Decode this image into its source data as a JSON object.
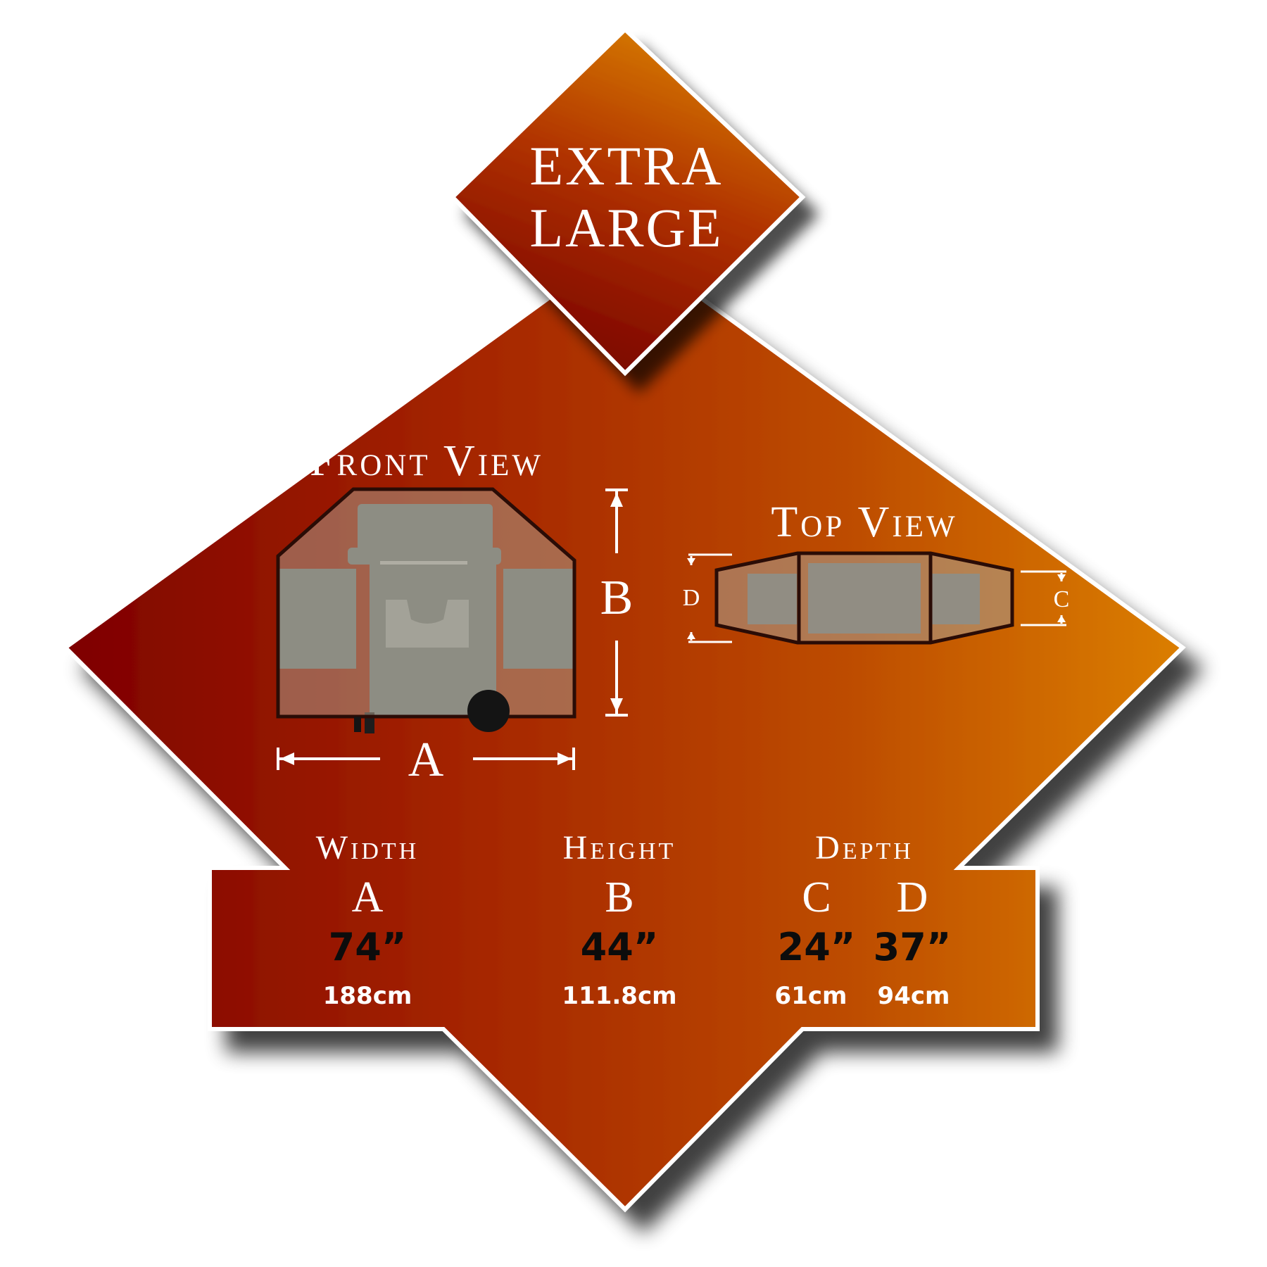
{
  "badge": {
    "line1": "EXTRA",
    "line2": "LARGE"
  },
  "front_view": {
    "title": "Front View",
    "label_a": "A",
    "label_b": "B"
  },
  "top_view": {
    "title": "Top View",
    "label_c": "C",
    "label_d": "D"
  },
  "dimensions": {
    "width": {
      "heading": "Width",
      "letter": "A",
      "inches": "74”",
      "cm": "188cm"
    },
    "height": {
      "heading": "Height",
      "letter": "B",
      "inches": "44”",
      "cm": "111.8cm"
    },
    "depth": {
      "heading": "Depth",
      "c": {
        "letter": "C",
        "inches": "24”",
        "cm": "61cm"
      },
      "d": {
        "letter": "D",
        "inches": "37”",
        "cm": "94cm"
      }
    }
  },
  "colors": {
    "gradient_dark": "#8a0400",
    "gradient_light": "#d77800",
    "badge_top": "#d98000",
    "badge_bottom": "#7a0000",
    "grill_gray": "#6e7c7c",
    "cover_tan": "#a89a88",
    "outline": "#2a0c06"
  }
}
